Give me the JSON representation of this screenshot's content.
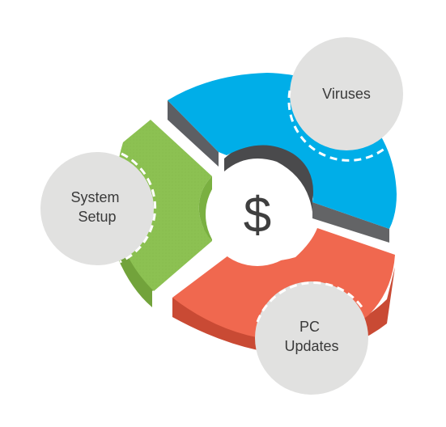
{
  "center": {
    "symbol": "$"
  },
  "nodes": [
    {
      "id": "viruses",
      "lines": [
        "Viruses"
      ],
      "color": "#00aee8"
    },
    {
      "id": "system-setup",
      "lines": [
        "System",
        "Setup"
      ],
      "color": "#8cc152"
    },
    {
      "id": "pc-updates",
      "lines": [
        "PC",
        "Updates"
      ],
      "color": "#f0684f"
    }
  ],
  "colors": {
    "bubble": "#e1e1e0",
    "dashes": "#ffffff",
    "text": "#3a3a3a",
    "segment_side": "#5a5a5c"
  }
}
